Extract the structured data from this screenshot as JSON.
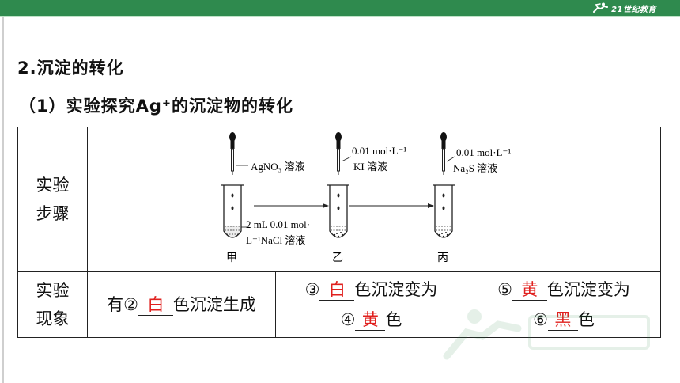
{
  "brand": {
    "logo_text": "21世纪教育"
  },
  "heading": "2.沉淀的转化",
  "subheading": "（1）实验探究Ag⁺的沉淀物的转化",
  "table": {
    "row_steps_label": [
      "实验",
      "步骤"
    ],
    "row_obs_label": [
      "实验",
      "现象"
    ],
    "diagram": {
      "tube1_reagent": "AgNO₃ 溶液",
      "tube1_content": [
        "2 mL 0.01 mol·",
        "L⁻¹NaCl 溶液"
      ],
      "tube2_reagent": [
        "0.01 mol·L⁻¹",
        "KI 溶液"
      ],
      "tube3_reagent": [
        "0.01 mol·L⁻¹",
        "Na₂S 溶液"
      ],
      "labels": [
        "甲",
        "乙",
        "丙"
      ]
    },
    "obs1": {
      "prefix": "有②",
      "answer": "白",
      "suffix": "色沉淀生成"
    },
    "obs2": {
      "line1_prefix": "③",
      "line1_answer": "白",
      "line1_suffix": "色沉淀变为",
      "line2_prefix": "④",
      "line2_answer": "黄",
      "line2_suffix": "色"
    },
    "obs3": {
      "line1_prefix": "⑤",
      "line1_answer": "黄",
      "line1_suffix": "色沉淀变为",
      "line2_prefix": "⑥",
      "line2_answer": "黑",
      "line2_suffix": "色"
    }
  },
  "colors": {
    "header_green": "#2f8a4e",
    "answer_red": "#e0201e"
  }
}
